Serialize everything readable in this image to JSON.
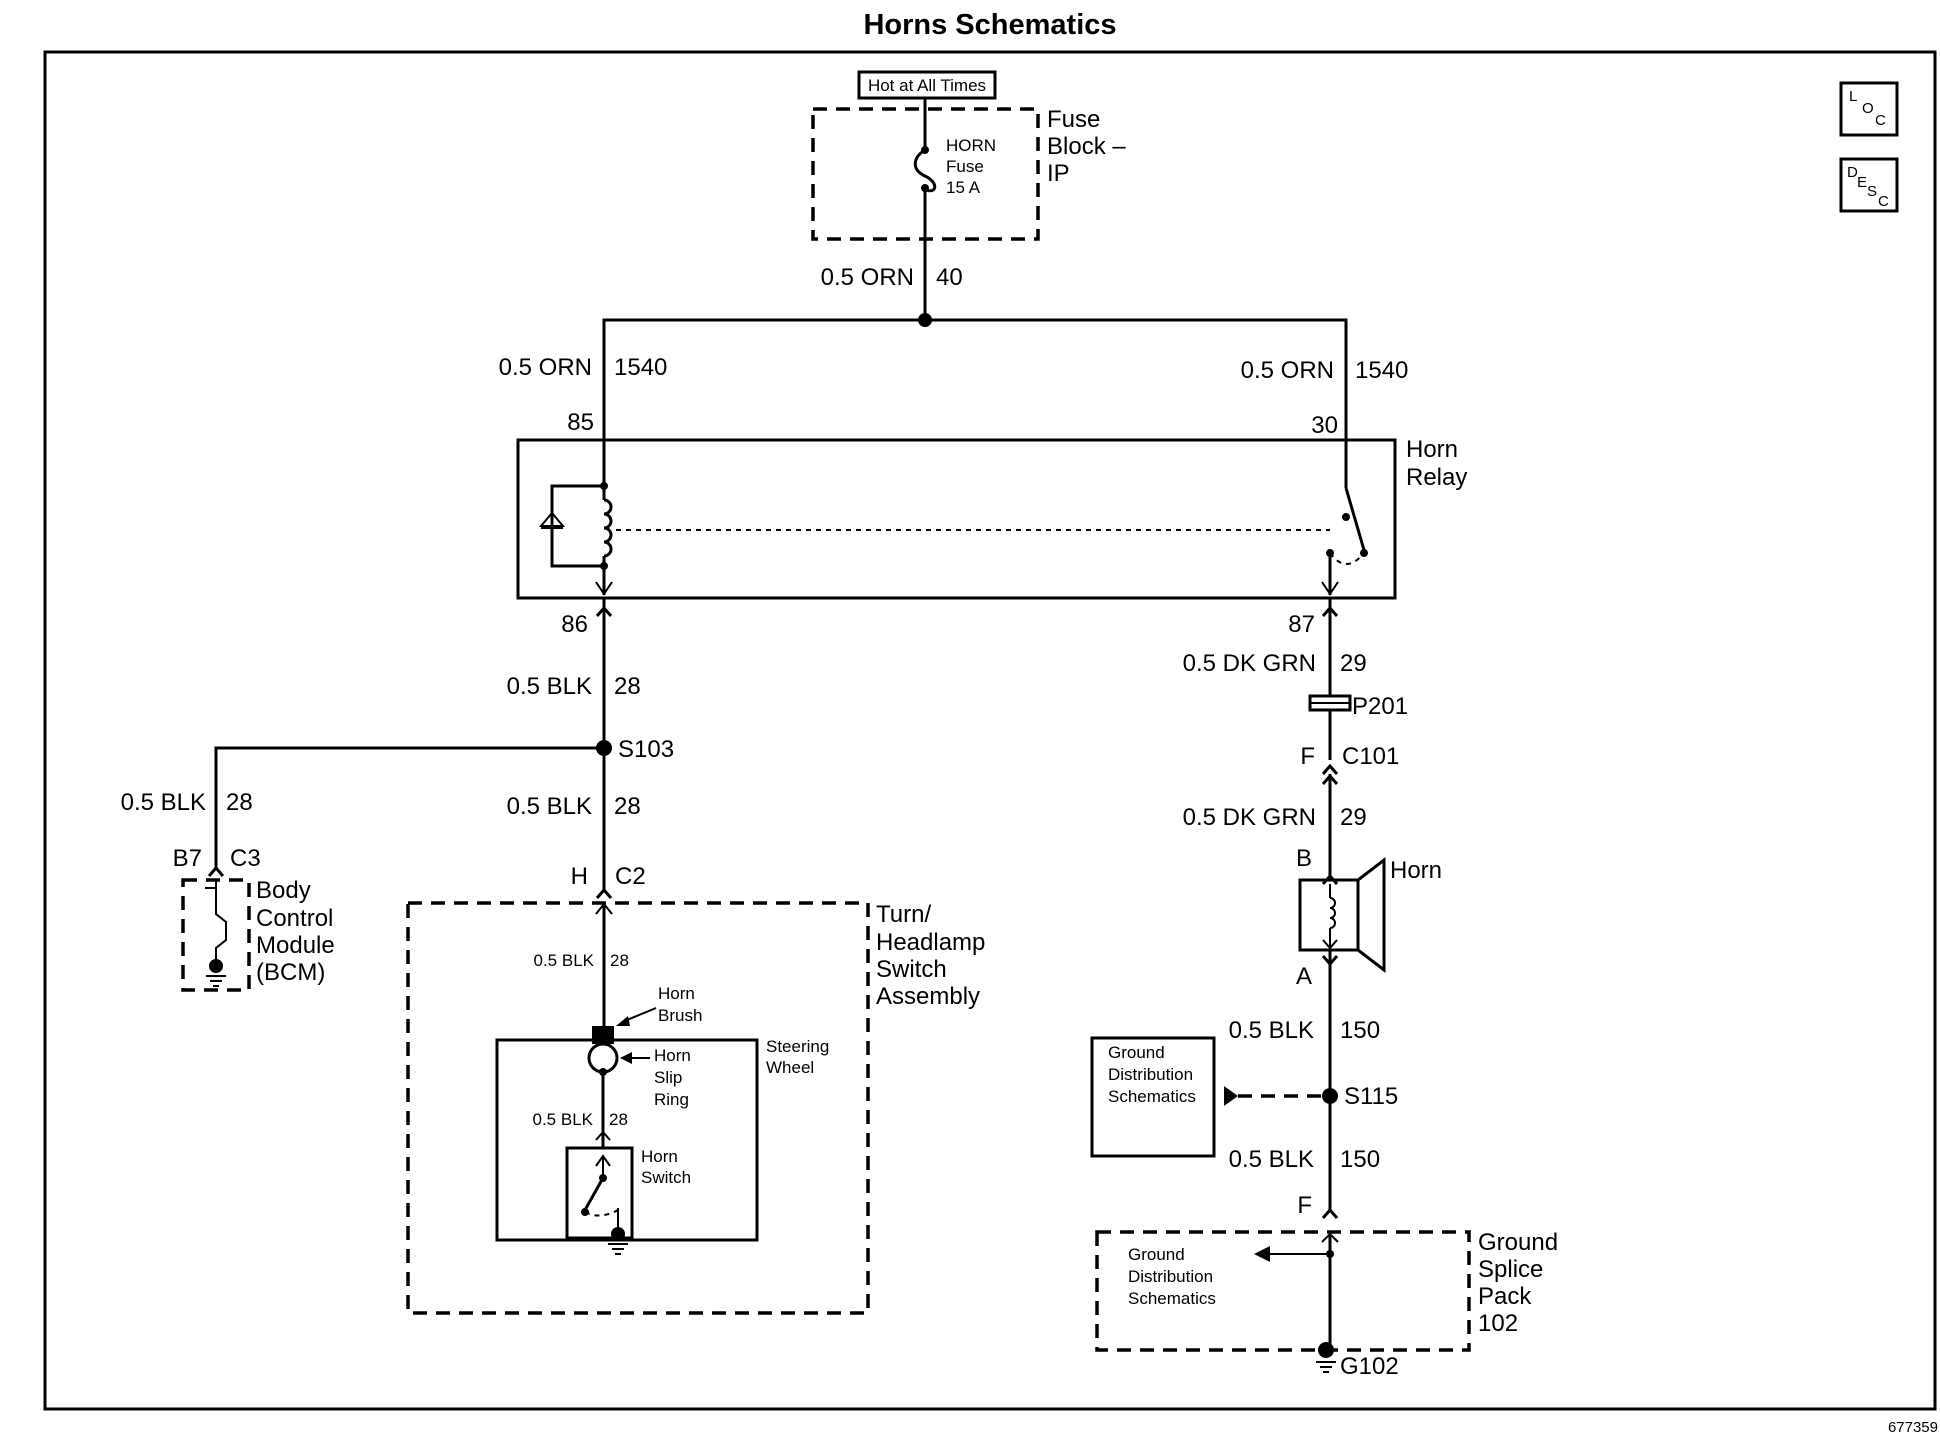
{
  "title": "Horns Schematics",
  "doc_number": "677359",
  "nav": {
    "loc": [
      "L",
      "O",
      "C"
    ],
    "desc": [
      "D",
      "E",
      "S",
      "C"
    ]
  },
  "fuse_block": {
    "hot_label": "Hot at All Times",
    "fuse_name": "HORN",
    "fuse_word": "Fuse",
    "fuse_rating": "15 A",
    "name_lines": [
      "Fuse",
      "Block –",
      "IP"
    ]
  },
  "wires": {
    "w40": {
      "gauge_color": "0.5 ORN",
      "circuit": "40"
    },
    "w1540_left": {
      "gauge_color": "0.5 ORN",
      "circuit": "1540"
    },
    "w1540_right": {
      "gauge_color": "0.5 ORN",
      "circuit": "1540"
    },
    "w28_relay": {
      "gauge_color": "0.5 BLK",
      "circuit": "28"
    },
    "w28_bcm": {
      "gauge_color": "0.5 BLK",
      "circuit": "28"
    },
    "w28_switch": {
      "gauge_color": "0.5 BLK",
      "circuit": "28"
    },
    "w28_inner_top": {
      "gauge_color": "0.5 BLK",
      "circuit": "28"
    },
    "w28_inner_bottom": {
      "gauge_color": "0.5 BLK",
      "circuit": "28"
    },
    "w29_top": {
      "gauge_color": "0.5 DK GRN",
      "circuit": "29"
    },
    "w29_bottom": {
      "gauge_color": "0.5 DK GRN",
      "circuit": "29"
    },
    "w150_top": {
      "gauge_color": "0.5 BLK",
      "circuit": "150"
    },
    "w150_bottom": {
      "gauge_color": "0.5 BLK",
      "circuit": "150"
    }
  },
  "relay": {
    "name_lines": [
      "Horn",
      "Relay"
    ],
    "pin85": "85",
    "pin30": "30",
    "pin86": "86",
    "pin87": "87"
  },
  "splices": {
    "s103": "S103",
    "s115": "S115",
    "p201": "P201"
  },
  "connectors": {
    "c101": {
      "pin": "F",
      "name": "C101"
    },
    "c2": {
      "pin": "H",
      "name": "C2"
    },
    "c3": {
      "pin": "B7",
      "name": "C3"
    }
  },
  "bcm": {
    "name_lines": [
      "Body",
      "Control",
      "Module",
      "(BCM)"
    ]
  },
  "turn_switch": {
    "name_lines": [
      "Turn/",
      "Headlamp",
      "Switch",
      "Assembly"
    ]
  },
  "steering": {
    "wheel_lines": [
      "Steering",
      "Wheel"
    ],
    "brush_lines": [
      "Horn",
      "Brush"
    ],
    "slip_ring_lines": [
      "Horn",
      "Slip",
      "Ring"
    ],
    "switch_lines": [
      "Horn",
      "Switch"
    ]
  },
  "horn": {
    "name": "Horn",
    "pin_b": "B",
    "pin_a": "A"
  },
  "ground_ref": {
    "lines": [
      "Ground",
      "Distribution",
      "Schematics"
    ]
  },
  "ground_splice_pack": {
    "name_lines": [
      "Ground",
      "Splice",
      "Pack",
      "102"
    ],
    "ref_lines": [
      "Ground",
      "Distribution",
      "Schematics"
    ],
    "pin": "F",
    "ground": "G102"
  }
}
